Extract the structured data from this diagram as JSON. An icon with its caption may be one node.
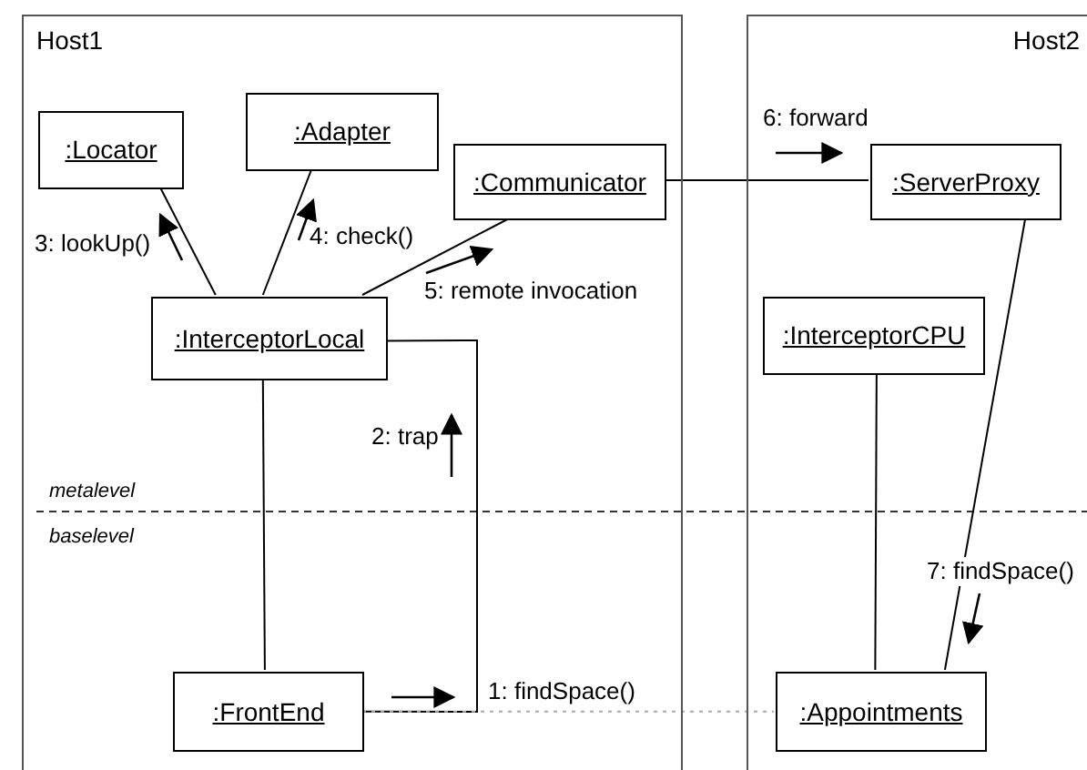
{
  "diagram": {
    "nodes": [
      {
        "text": [
          "Host1"
        ]
      },
      {
        "text": [
          ":Locator"
        ],
        "in": 0
      },
      {
        "text": [
          ":Adapter"
        ],
        "in": 0
      },
      {
        "text": [
          ":Communicator"
        ],
        "in": 0
      },
      {
        "text": [
          ":InterceptorLocal"
        ],
        "in": 0
      },
      {
        "text": [
          ":FrontEnd"
        ],
        "in": 0
      },
      {
        "text": [
          "Host2"
        ]
      },
      {
        "text": [
          ":ServerProxy"
        ],
        "in": 6
      },
      {
        "text": [
          ":InterceptorCPU"
        ],
        "in": 6
      },
      {
        "text": [
          ":Appointments"
        ],
        "in": 6
      }
    ],
    "edges": [
      {
        "from": 1,
        "to": 4,
        "arrow": "none",
        "label": "3: lookUp()"
      },
      {
        "from": 2,
        "to": 4,
        "arrow": "none",
        "label": "4: check()"
      },
      {
        "from": 3,
        "to": 4,
        "arrow": "none",
        "label": "5: remote invocation"
      },
      {
        "from": 3,
        "to": 7,
        "arrow": "none",
        "label": "6: forward"
      },
      {
        "from": 5,
        "to": 4,
        "arrow": "none",
        "label": "2: trap"
      },
      {
        "from": 5,
        "to": 9,
        "arrow": "none",
        "label": "1: findSpace()",
        "style": "dashed",
        "color": "#aaaaaa"
      },
      {
        "from": 4,
        "to": 5,
        "arrow": "none"
      },
      {
        "from": 8,
        "to": 9,
        "arrow": "none"
      },
      {
        "from": 7,
        "to": 9,
        "arrow": "none",
        "label": "7: findSpace()"
      }
    ],
    "labels": [
      "metalevel",
      "baselevel"
    ]
  }
}
